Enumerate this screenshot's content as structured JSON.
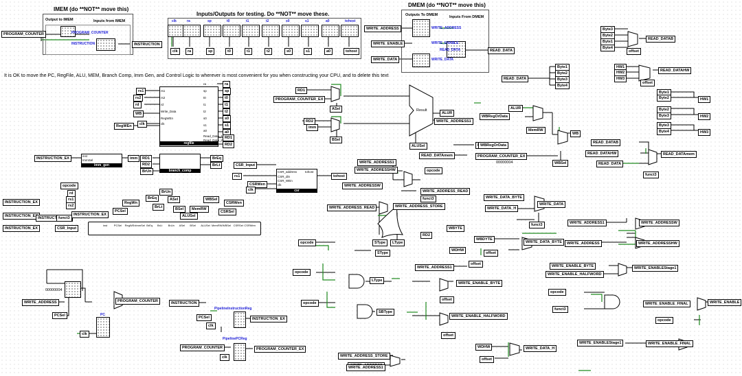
{
  "sections": {
    "imem_title": "IMEM (do **NOT** move this)",
    "io_title": "Inputs/Outputs for testing. Do **NOT** move these.",
    "dmem_title": "DMEM (do **NOT** move this)",
    "instructions": "It is OK to move the PC, RegFile, ALU, MEM, Branch Comp, Imm Gen, and Control Logic to wherever is most convenient for you when constructing your CPU, and to delete this text"
  },
  "imem": {
    "output_label": "Output to IMEM",
    "input_label": "Inputs from IMEM",
    "pin_pc": "PROGRAM_COUNTER",
    "pin_instr": "INSTRUCTION",
    "tunnel_pc": "PROGRAM_COUNTER",
    "tunnel_instr": "INSTRUCTION"
  },
  "io": {
    "top_pins": [
      "clk",
      "ra",
      "sp",
      "t0",
      "t1",
      "t2",
      "s0",
      "s1",
      "a0",
      "tohost"
    ],
    "bottom_tunnels": [
      "clk",
      "ra",
      "sp",
      "t0",
      "t1",
      "t2",
      "s0",
      "s1",
      "a0",
      "tohost"
    ]
  },
  "dmem": {
    "output_label": "Outputs To DMEM",
    "input_label": "Inputs From DMEM",
    "pin_addr": "WRITE_ADDRESS",
    "pin_en": "WRITE_ENABLE",
    "pin_data": "WRITE_DATA",
    "pin_read": "READ_DATA",
    "tunnel_addr": "WRITE_ADDRESS",
    "tunnel_en": "WRITE_ENABLE",
    "tunnel_data": "WRITE_DATA",
    "tunnel_read": "READ_DATA"
  },
  "regfile": {
    "title": "regfile",
    "inputs": [
      "rs1",
      "rs2",
      "rd",
      "WB",
      "RegWEn",
      "clk"
    ],
    "outputs": [
      "ra",
      "sp",
      "t0",
      "t1",
      "t2",
      "s0",
      "s1",
      "a0",
      "RD1",
      "RD2"
    ],
    "left_pins": [
      "rs1",
      "rs2",
      "rd",
      "Write_Data",
      "RegWEn",
      "clk"
    ],
    "right_pins": [
      "ra",
      "sp",
      "t0",
      "t1",
      "t2",
      "s0",
      "s1",
      "a0",
      "Read_Data_1",
      "Read_Data_2"
    ]
  },
  "immgen": {
    "title": "imm_gen",
    "in": "INSTRUCTION_EX",
    "out": "imm",
    "pins": [
      "inst",
      "ImmSel"
    ]
  },
  "branch": {
    "title": "branch_comp",
    "inputs": [
      "RD1",
      "RD2",
      "BrUn"
    ],
    "outputs": [
      "BrEq",
      "BrLt"
    ]
  },
  "csr": {
    "title": "csr",
    "inputs": [
      "CSR_Input",
      "rs1",
      "CSRWen",
      "clk"
    ],
    "output": "tohost",
    "pins": [
      "CSR_address",
      "CSR_din",
      "CSR_WEn",
      "clk",
      "tohost"
    ]
  },
  "control": {
    "instr_tunnels": [
      "INSTRUCTION_EX",
      "INSTRUCTION_EX",
      "INSTRUCTION_EX",
      "INSTRUCTION_EX",
      "INSTRUCTION_EX"
    ],
    "fields": [
      "opcode",
      "rd",
      "rs1",
      "rs2",
      "funct3"
    ],
    "csr_input": "CSR_Input",
    "top_signals": [
      "PCSel",
      "RegWn",
      "BrEq",
      "BrLt",
      "BrUn",
      "ASel",
      "BSel",
      "ALUSel",
      "MemRW",
      "WBSel",
      "CSRSel",
      "CSRWen"
    ],
    "pins": [
      "inst",
      "PCSel",
      "RegWEn",
      "ImmSel",
      "BrEq",
      "BrLt",
      "BrUn",
      "ASel",
      "BSel",
      "ALUSel",
      "MemRW",
      "WBSel",
      "CSRSel",
      "CSRWen"
    ]
  },
  "alu": {
    "inputs": [
      "RD1",
      "PROGRAM_COUNTER_EX",
      "RD2",
      "imm"
    ],
    "sel": [
      "ASel",
      "BSel",
      "ALUSel"
    ],
    "out": [
      "ALUR",
      "WRITE_ADDRESS1"
    ],
    "label": "Result"
  },
  "wb": {
    "inputs": [
      "ALUR",
      "WBRegOrData",
      "PROGRAM_COUNTER_EX"
    ],
    "sel": [
      "WBSel",
      "MemRW"
    ],
    "out": "WB",
    "hex": "00000004"
  },
  "memlogic": {
    "tunnels": [
      "WRITE_ADDRESS1",
      "WRITE_ADDRESSHW",
      "WRITE_ADDRESSW",
      "WRITE_ADDRESS_READ",
      "WRITE_ADDRESS_READ",
      "WRITE_ADDRESS_STORE",
      "funct3",
      "SType",
      "LType",
      "RD2",
      "READ_DATAmem",
      "opcode",
      "WBRegOrData",
      "RD2",
      "WBYTE",
      "WDHW",
      "WRITE_ADDRESS1",
      "offset",
      "WRITE_ENABLE_BYTE",
      "offset",
      "WRITE_ENABLE_HALFWORD",
      "offset",
      "LType",
      "SType",
      "SBType",
      "WRITE_DATA_BYTE",
      "WRITE_DATA_H",
      "funct3",
      "WRITE_DATA",
      "WBDYTE",
      "offset",
      "WRITE_DATA_BYTE",
      "WRITE_ADDRESS1",
      "WRITE_ADDRESSW",
      "WRITE_ADDRESS",
      "WRITE_ADDRESSHW",
      "WRITE_ENABLE_BYTE",
      "WRITE_ENABLE_HALFWORD",
      "WRITE_ENABLEStage1",
      "opcode",
      "funct3",
      "WRITE_ENABLE_FINAL",
      "WRITE_ENABLE",
      "opcode",
      "WRITE_ENABLEStage1",
      "WRITE_ENABLE_FINAL",
      "WDHW",
      "offset",
      "WRITE_DATA_H",
      "WRITE_ADDRESS_STORE",
      "WRITE_ADDRESS",
      "WRITE_ADDRESS1",
      "opcode",
      "opcode",
      "opcode"
    ]
  },
  "readdata": {
    "bytes_in": [
      "Byte3",
      "Byte2",
      "Byte1",
      "Byte4"
    ],
    "out_b": "READ_DATAB",
    "offset": "offset",
    "read_data": "READ_DATA",
    "split": [
      "Byte1",
      "Byte2",
      "Byte3",
      "Byte4"
    ],
    "hw": [
      "HW1",
      "HW2",
      "HW3"
    ],
    "out_hw": "READ_DATAHW",
    "bytes_hw": [
      [
        "Byte1",
        "Byte2",
        "HW1"
      ],
      [
        "Byte2",
        "Byte3",
        "HW2"
      ],
      [
        "Byte3",
        "Byte4",
        "HW3"
      ]
    ],
    "mem_inputs": [
      "READ_DATAB",
      "READ_DATAHW",
      "READ_DATA"
    ],
    "out_mem": "READ_DATAmem",
    "funct3": "funct3"
  },
  "pc": {
    "title": "PC",
    "inputs": [
      "WRITE_ADDRESS",
      "PCSel",
      "clk"
    ],
    "out": "PROGRAM_COUNTER",
    "hex": "00000004"
  },
  "pipeline": {
    "instr_title": "PipelineInstructionReg",
    "pc_title": "PipelinePCReg",
    "instr_in": "INSTRUCTION",
    "instr_out": "INSTRUCTION_EX",
    "pc_in": "PROGRAM_COUNTER",
    "pc_out": "PROGRAM_COUNTER_EX",
    "sel": "PCSel",
    "clk": "clk"
  }
}
